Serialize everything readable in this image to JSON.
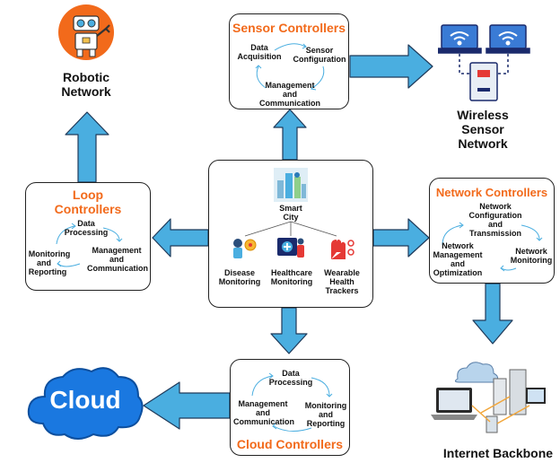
{
  "robotic": {
    "label_line1": "Robotic",
    "label_line2": "Network"
  },
  "sensor": {
    "title": "Sensor Controllers",
    "data_acquisition_1": "Data",
    "data_acquisition_2": "Acquisition",
    "config_1": "Sensor",
    "config_2": "Configuration",
    "mgmt_1": "Management",
    "mgmt_2": "and",
    "mgmt_3": "Communication"
  },
  "wireless": {
    "line1": "Wireless",
    "line2": "Sensor",
    "line3": "Network"
  },
  "loop": {
    "title_1": "Loop",
    "title_2": "Controllers",
    "data_1": "Data",
    "data_2": "Processing",
    "mon_1": "Monitoring",
    "mon_2": "and",
    "mon_3": "Reporting",
    "mgmt_1": "Management",
    "mgmt_2": "and",
    "mgmt_3": "Communication"
  },
  "center": {
    "city_1": "Smart",
    "city_2": "City",
    "disease_1": "Disease",
    "disease_2": "Monitoring",
    "health_1": "Healthcare",
    "health_2": "Monitoring",
    "wear_1": "Wearable",
    "wear_2": "Health",
    "wear_3": "Trackers"
  },
  "network": {
    "title": "Network Controllers",
    "conf_1": "Network",
    "conf_2": "Configuration",
    "conf_3": "and",
    "conf_4": "Transmission",
    "mon_1": "Network",
    "mon_2": "Monitoring",
    "opt_1": "Network",
    "opt_2": "Management",
    "opt_3": "and",
    "opt_4": "Optimization"
  },
  "cloud_ctrl": {
    "title": "Cloud Controllers",
    "data_1": "Data",
    "data_2": "Processing",
    "mgmt_1": "Management",
    "mgmt_2": "and",
    "mgmt_3": "Communication",
    "mon_1": "Monitoring",
    "mon_2": "and",
    "mon_3": "Reporting"
  },
  "cloud": {
    "label": "Cloud"
  },
  "internet": {
    "label": "Internet Backbone"
  },
  "colors": {
    "arrow": "#4aaee0",
    "title": "#f26a1b",
    "cloud": "#1a78e0"
  }
}
